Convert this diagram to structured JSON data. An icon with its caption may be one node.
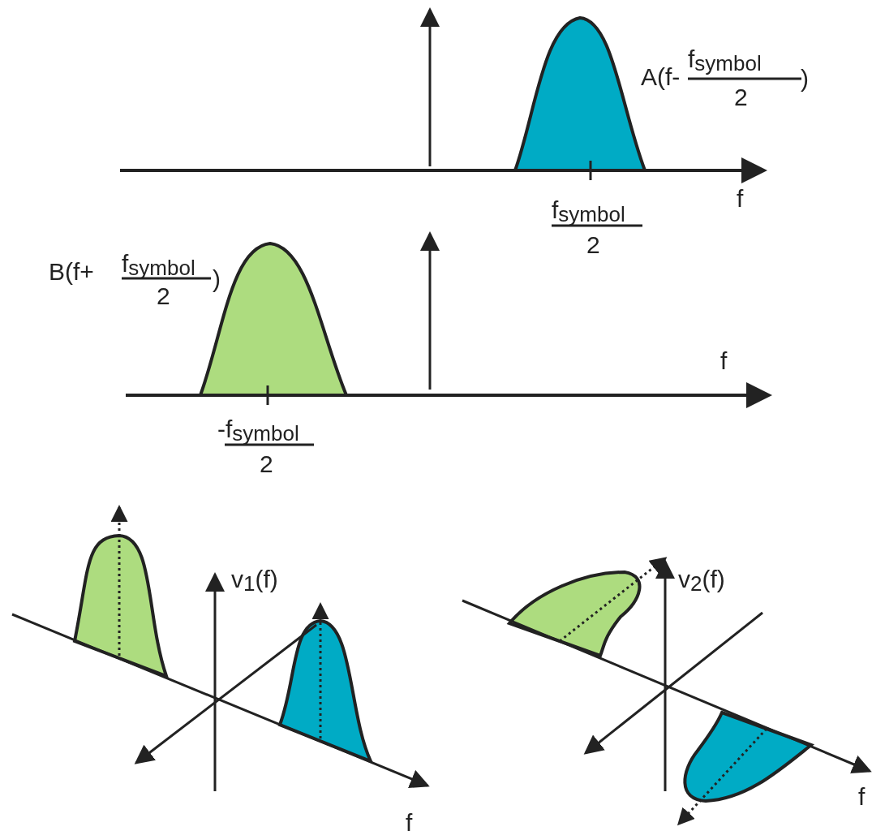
{
  "diagram": {
    "labels": [
      "A(f-",
      "f$_{symbol}$",
      "2",
      ")",
      "f",
      "f$_{symbol}$",
      "2",
      "B(f+",
      "f$_{symbol}$",
      "2",
      ")",
      "f",
      "-f$_{symbol}$",
      "2",
      "v$_{1}$(f)",
      "f",
      "v$_{2}$(f)",
      "f"
    ]
  }
}
